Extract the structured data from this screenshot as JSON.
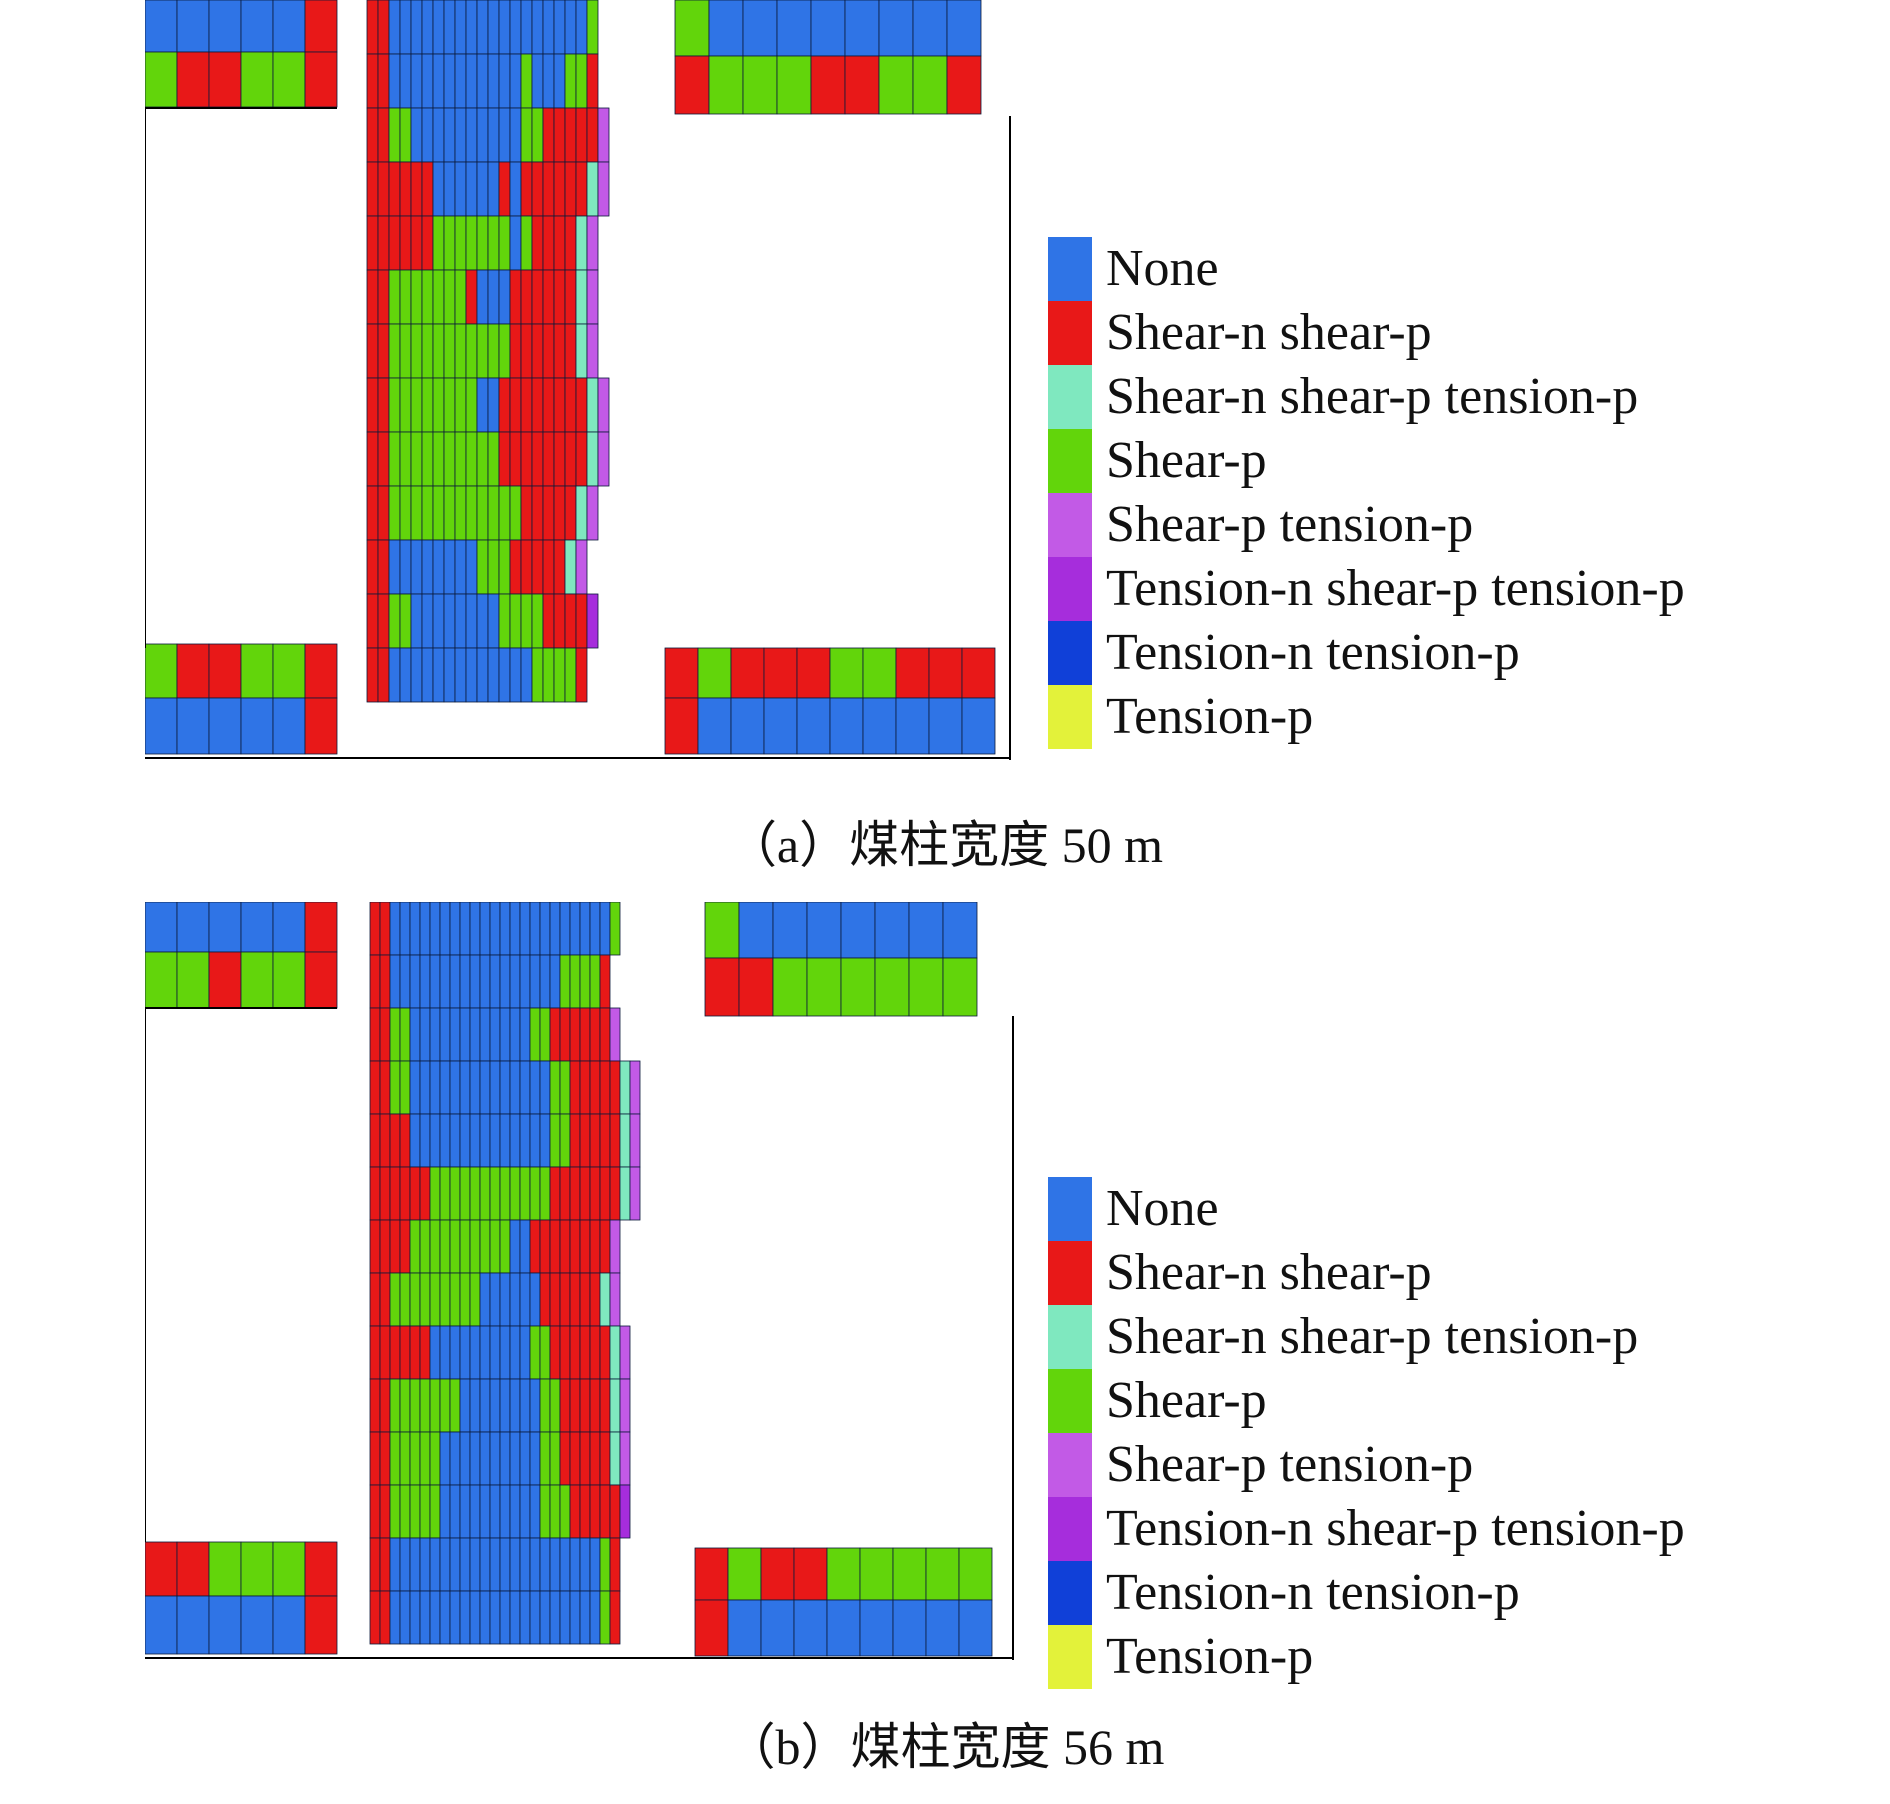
{
  "legend": {
    "items": [
      {
        "label": "None",
        "color": "#2f74e6"
      },
      {
        "label": "Shear-n shear-p",
        "color": "#e81818"
      },
      {
        "label": "Shear-n shear-p tension-p",
        "color": "#7fe8bf"
      },
      {
        "label": "Shear-p",
        "color": "#62d50b"
      },
      {
        "label": "Shear-p tension-p",
        "color": "#c25ae6"
      },
      {
        "label": "Tension-n shear-p tension-p",
        "color": "#a62ddc"
      },
      {
        "label": "Tension-n tension-p",
        "color": "#1040d8"
      },
      {
        "label": "Tension-p",
        "color": "#e3f23a"
      }
    ]
  },
  "panels": [
    {
      "caption_prefix": "（a）煤柱宽度 ",
      "width_value": "50",
      "width_unit": " m"
    },
    {
      "caption_prefix": "（b）煤柱宽度 ",
      "width_value": "56",
      "width_unit": " m"
    }
  ]
}
